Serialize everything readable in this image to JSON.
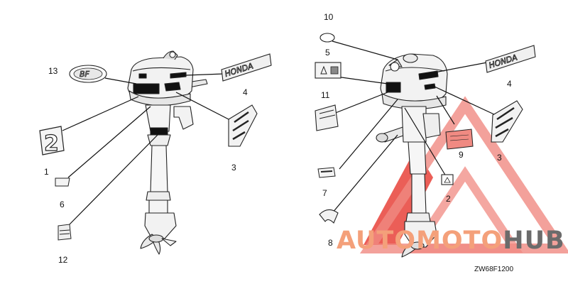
{
  "callouts": {
    "n1": "1",
    "n2": "2",
    "n3a": "3",
    "n3b": "3",
    "n4a": "4",
    "n4b": "4",
    "n5": "5",
    "n6": "6",
    "n7": "7",
    "n8": "8",
    "n9": "9",
    "n10": "10",
    "n11": "11",
    "n12": "12",
    "n13": "13"
  },
  "decal_text": {
    "honda_left": "HONDA",
    "honda_right": "HONDA",
    "emblem_number": "2"
  },
  "diagram_code": "ZW68F1200",
  "watermark": {
    "part1": "AUTO",
    "part2": "MOTO",
    "part3": "HUB",
    "color_primary": "#f4a07a",
    "color_secondary": "#6b6b6b",
    "triangle_color": "#e8423a"
  }
}
